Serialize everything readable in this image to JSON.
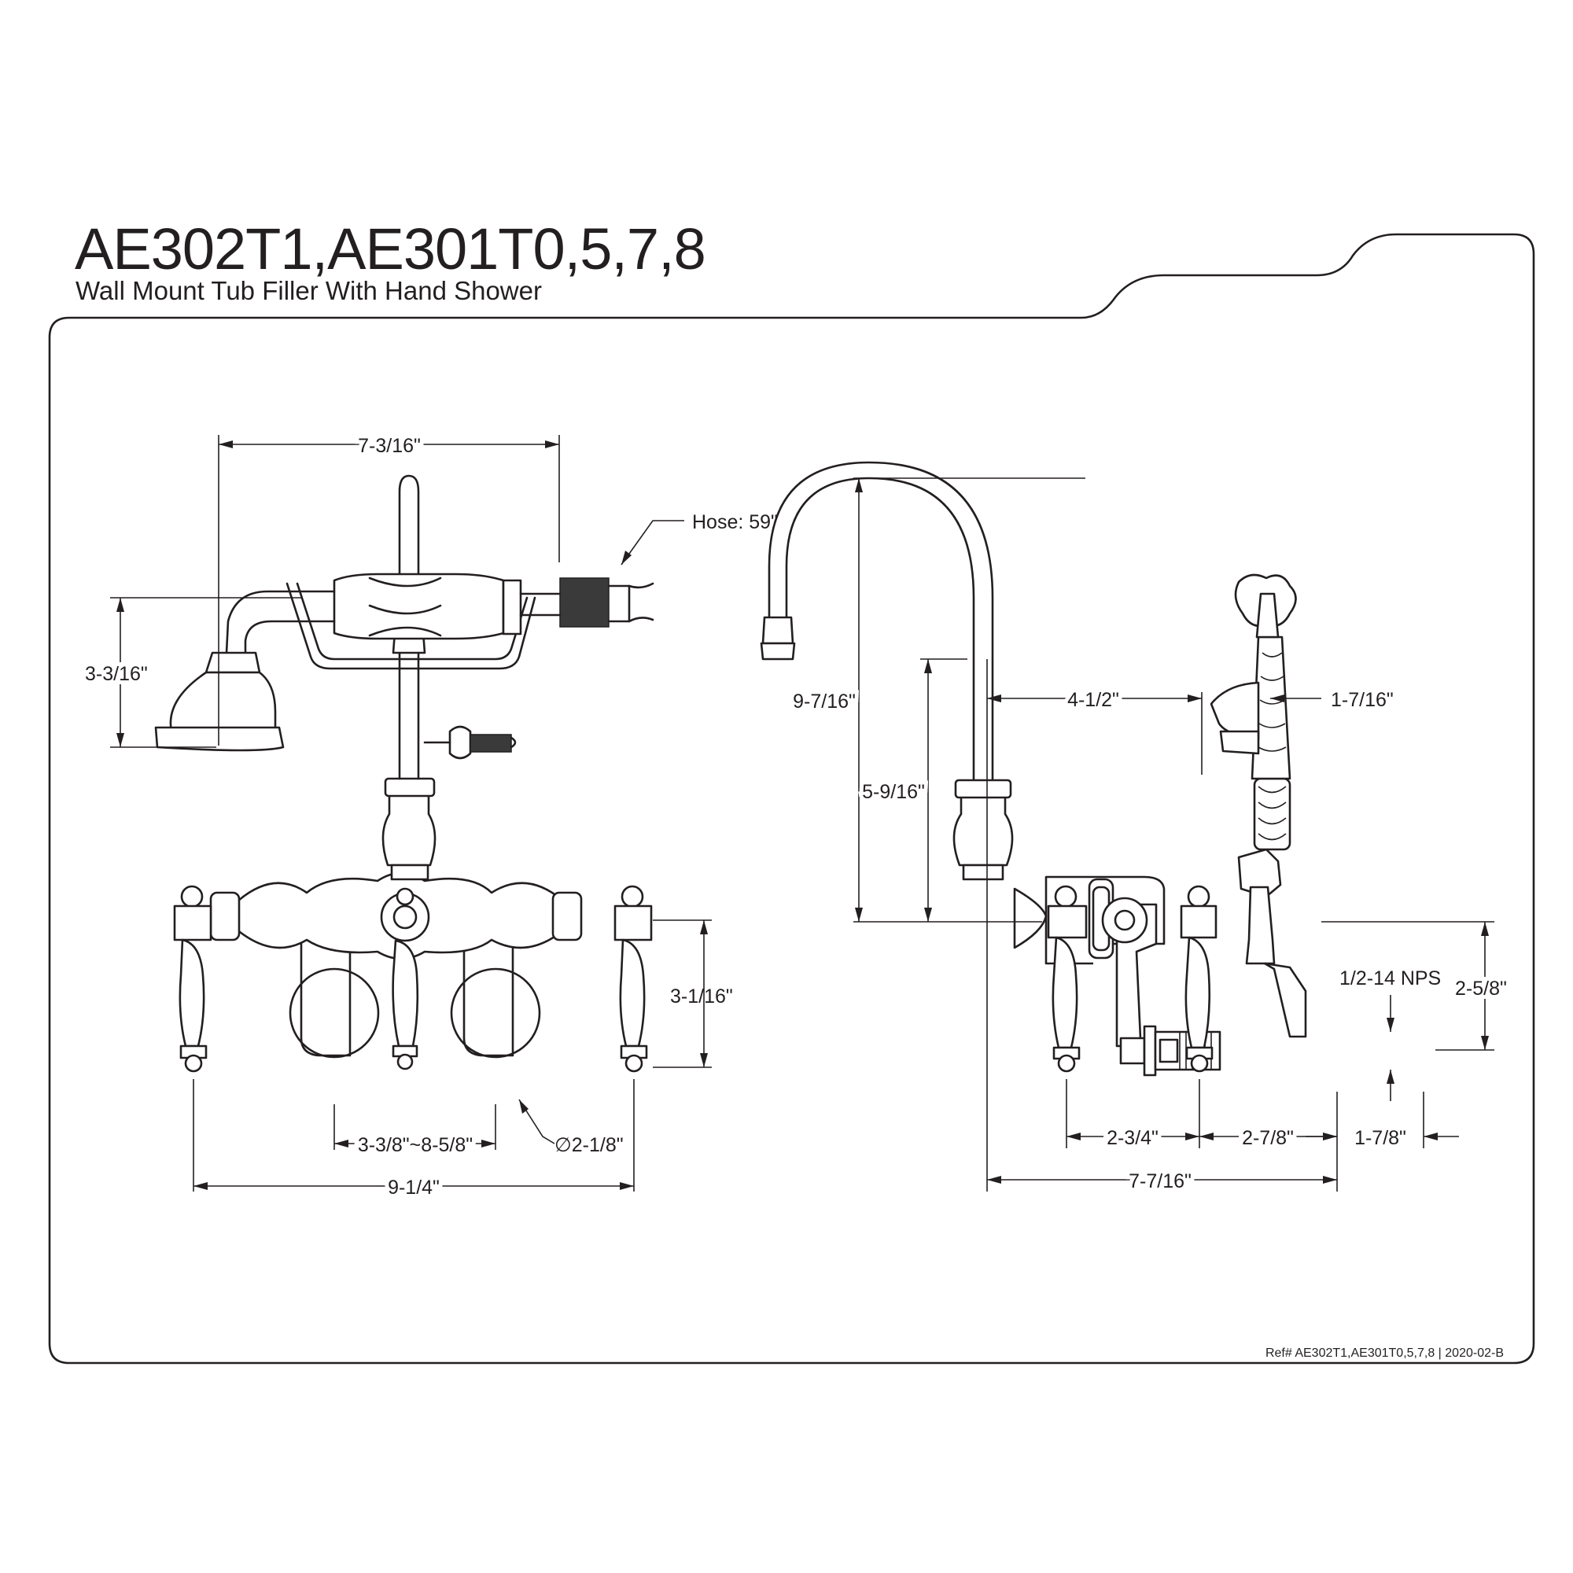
{
  "header": {
    "model_numbers": "AE302T1,AE301T0,5,7,8",
    "product_name": "Wall Mount Tub Filler With Hand Shower"
  },
  "front_view": {
    "dims": {
      "overall_top_width": "7-3/16\"",
      "hose_length": "Hose: 59\"",
      "handshower_height": "3-3/16\"",
      "handle_height": "3-1/16\"",
      "center_spread": "3-3/8\"~8-5/8\"",
      "flange_diameter": "∅2-1/8\"",
      "overall_bottom_width": "9-1/4\""
    }
  },
  "side_view": {
    "dims": {
      "overall_height": "9-7/16\"",
      "spout_reach": "4-1/2\"",
      "handshower_offset": "1-7/16\"",
      "spout_height": "5-9/16\"",
      "inlet_height": "2-5/8\"",
      "inlet_thread": "1/2-14 NPS",
      "handle_to_center": "2-3/4\"",
      "center_to_wall": "2-7/8\"",
      "inlet_length": "1-7/8\"",
      "overall_projection": "7-7/16\""
    }
  },
  "footer": {
    "reference": "Ref# AE302T1,AE301T0,5,7,8 | 2020-02-B"
  }
}
